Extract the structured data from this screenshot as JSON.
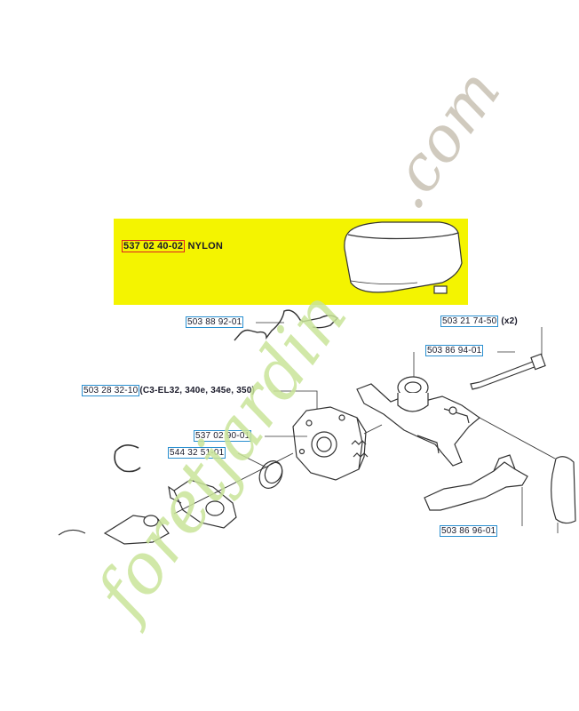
{
  "highlight": {
    "part_number": "537 02 40-02",
    "material": "NYLON"
  },
  "parts": [
    {
      "id": "spring",
      "number": "503 88 92-01",
      "suffix": ""
    },
    {
      "id": "bolt",
      "number": "503 21 74-50",
      "suffix": "(x2)"
    },
    {
      "id": "manifold",
      "number": "503 86 94-01",
      "suffix": ""
    },
    {
      "id": "carburetor",
      "number": "503 28 32-10",
      "suffix": "(C3-EL32, 340e, 345e, 350)"
    },
    {
      "id": "gasket",
      "number": "537 02 90-01",
      "suffix": ""
    },
    {
      "id": "ring",
      "number": "544 32 51-01",
      "suffix": ""
    },
    {
      "id": "lever",
      "number": "503 86 96-01",
      "suffix": ""
    }
  ],
  "watermark": {
    "text_main": "foretjardin",
    "text_ext": ".com",
    "color_main": "#c9e49a",
    "color_ext": "#c8c1b3"
  },
  "colors": {
    "highlight": "#f4f400",
    "label_box": "#2a8fd0",
    "label_box_red": "#d22222",
    "line": "#222222"
  }
}
